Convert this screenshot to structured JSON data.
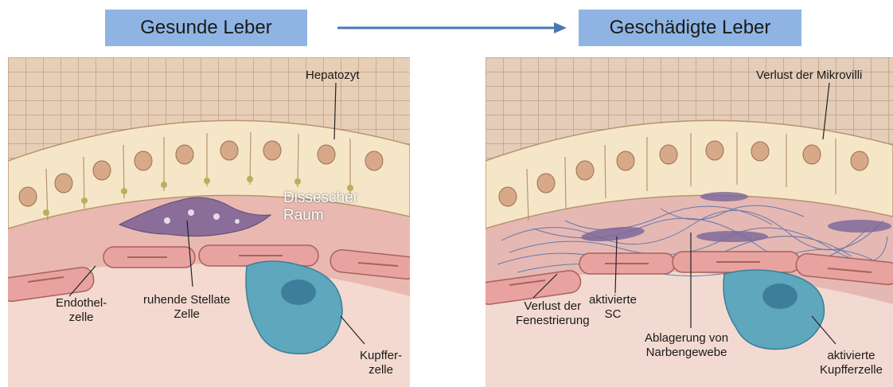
{
  "header": {
    "left_title": "Gesunde Leber",
    "right_title": "Geschädigte Leber"
  },
  "healthy": {
    "hepatozyt": "Hepatozyt",
    "disse_line1": "Dissescher",
    "disse_line2": "Raum",
    "endothel_line1": "Endothel-",
    "endothel_line2": "zelle",
    "stellate_line1": "ruhende Stellate",
    "stellate_line2": "Zelle",
    "kupffer_line1": "Kupffer-",
    "kupffer_line2": "zelle"
  },
  "damaged": {
    "mikrovilli": "Verlust der Mikrovilli",
    "fenestr_line1": "Verlust der",
    "fenestr_line2": "Fenestrierung",
    "sc_line1": "aktivierte",
    "sc_line2": "SC",
    "narben_line1": "Ablagerung von",
    "narben_line2": "Narbengewebe",
    "kupffer_line1": "aktivierte",
    "kupffer_line2": "Kupfferzelle"
  },
  "colors": {
    "header_fill": "#8fb4e3",
    "arrow": "#4a78b5",
    "cell_cream": "#f6e6c8",
    "nucleus": "#d8a988",
    "stellate": "#8a6d98",
    "kupffer": "#5fa7bd",
    "endothel": "#e8a3a0",
    "fibers": "#4f6fa8"
  }
}
